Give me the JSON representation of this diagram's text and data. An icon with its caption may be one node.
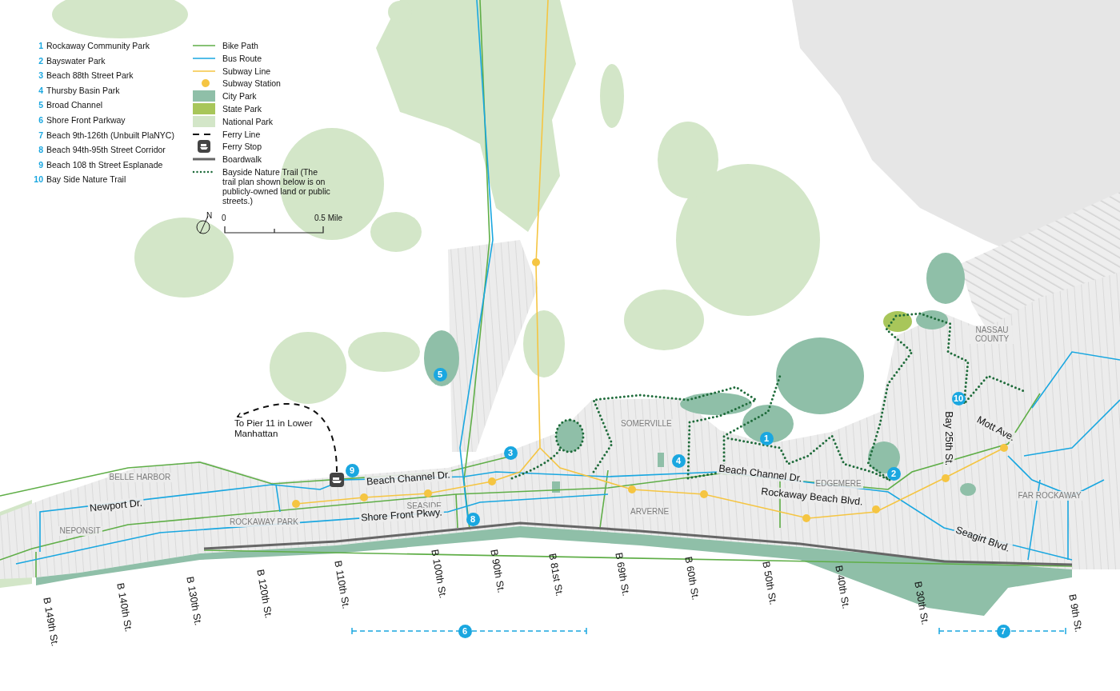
{
  "diagram": {
    "nodes": [
      {
        "text": [],
        "shape": "picture"
      },
      {
        "text": [
          "To Pier 11 in Lower Manhattan"
        ]
      }
    ],
    "edges": [
      {
        "from": 0,
        "to": 1,
        "arrow": "to",
        "style": "dashed"
      }
    ],
    "labels": [
      "1",
      "Rockaway Community Park",
      "2",
      "Bayswater Park",
      "3",
      "Beach 88th Street Park",
      "4",
      "Thursby Basin Park",
      "5",
      "Broad Channel",
      "6",
      "Shore Front Parkway",
      "7",
      "Beach 9th-126th (Unbuilt PlaNYC)",
      "8",
      "Beach 94th-95th Street Corridor",
      "9",
      "Beach 108 th Street Esplanade",
      "10",
      "Bay Side Nature Trail",
      "N",
      "0",
      "0.5 Mile",
      "NASSAU COUNTY",
      "5",
      "10",
      "SOMERVILLE",
      "Mott Ave.",
      "1",
      "Bay 25th St.",
      "4",
      "3",
      "9",
      "BELLE HARBOR",
      "2",
      "Beach Channel Dr.",
      "Beach Channel Dr.",
      "EDGEMERE",
      "FAR ROCKAWAY",
      "Newport Dr.",
      "Rockaway Beach Blvd.",
      "SEASIDE",
      "ARVERNE",
      "8",
      "NEPONSIT",
      "ROCKAWAY PARK",
      "Shore Front Pkwy.",
      "Seagirt Blvd.",
      "B 149th St.",
      "B 140th St.",
      "B 130th St.",
      "B 120th St.",
      "B 110th St.",
      "B 100th St.",
      "B 90th St.",
      "B 81st St.",
      "B 69th St.",
      "B 60th St.",
      "B 50th St.",
      "B 40th St.",
      "B 30th St.",
      "B 9th St.",
      "6",
      "7"
    ],
    "legend": [
      {
        "text": "Bike Path"
      },
      {
        "text": "Bus Route"
      },
      {
        "text": "Subway Line"
      },
      {
        "text": "Subway Station"
      },
      {
        "text": "City Park",
        "color": "#8fbfa8"
      },
      {
        "text": "State Park",
        "color": "#a8c65a"
      },
      {
        "text": "National Park",
        "color": "#d3e6c8"
      },
      {
        "text": "Ferry Line"
      },
      {
        "text": "Ferry Stop"
      },
      {
        "text": "Boardwalk"
      },
      {
        "text": "Bayside Nature Trail (The trail plan shown below is on publicly-owned land or public streets.)"
      }
    ]
  }
}
